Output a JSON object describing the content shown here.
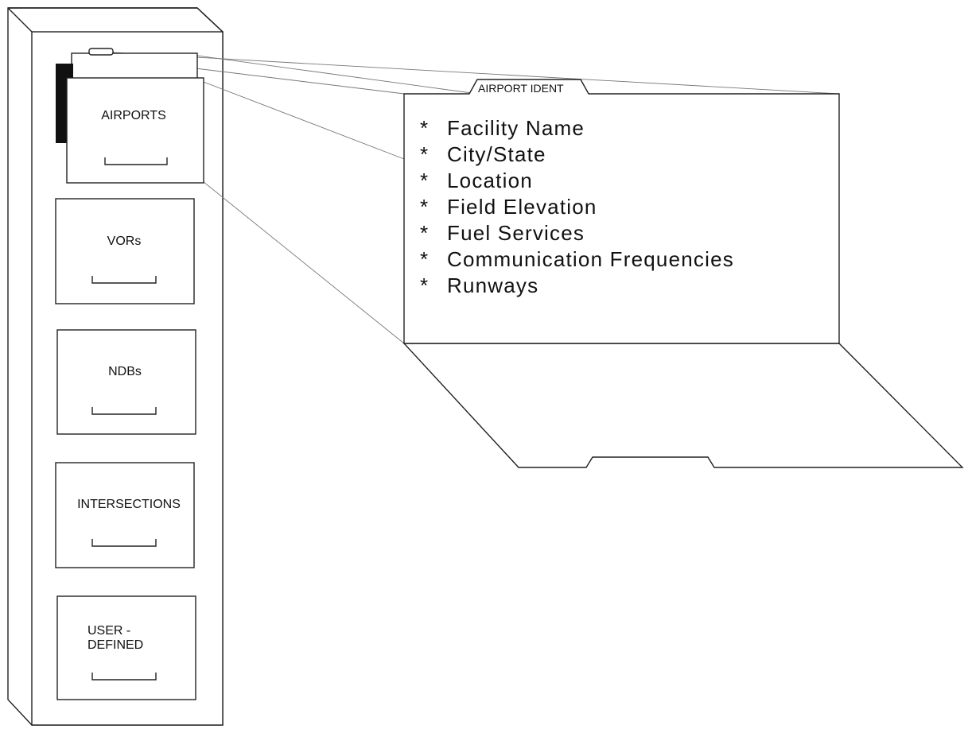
{
  "cabinet": {
    "drawers": [
      {
        "label": "AIRPORTS"
      },
      {
        "label": "VORs"
      },
      {
        "label": "NDBs"
      },
      {
        "label": "INTERSECTIONS"
      },
      {
        "label_lines": [
          "USER  -",
          "DEFINED"
        ]
      }
    ]
  },
  "record_card": {
    "tab_label": "AIRPORT IDENT",
    "bullet": "*",
    "fields": [
      "Facility Name",
      "City/State",
      "Location",
      "Field Elevation",
      "Fuel Services",
      "Communication Frequencies",
      "Runways"
    ]
  },
  "colors": {
    "line": "#222222",
    "text": "#111111",
    "background": "#ffffff",
    "drawer_shadow": "#111111"
  }
}
